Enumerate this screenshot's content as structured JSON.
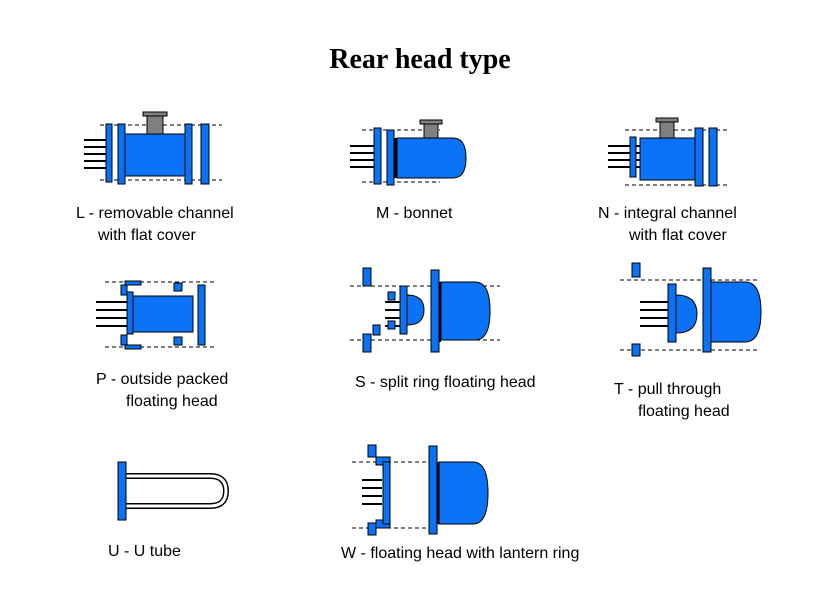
{
  "title": "Rear head type",
  "colors": {
    "body": "#0a72f5",
    "bolt": "#808080",
    "outline": "#000000",
    "background": "#ffffff"
  },
  "items": [
    {
      "code": "L",
      "icon": "removable-channel-flat-cover-icon",
      "caption_lines": [
        "L - removable channel",
        "with flat  cover"
      ]
    },
    {
      "code": "M",
      "icon": "bonnet-icon",
      "caption_lines": [
        "M - bonnet"
      ]
    },
    {
      "code": "N",
      "icon": "integral-channel-flat-cover-icon",
      "caption_lines": [
        "N - integral channel",
        "with flat cover"
      ]
    },
    {
      "code": "P",
      "icon": "outside-packed-floating-head-icon",
      "caption_lines": [
        "P - outside packed",
        "floating head"
      ]
    },
    {
      "code": "S",
      "icon": "split-ring-floating-head-icon",
      "caption_lines": [
        "S - split ring floating head"
      ]
    },
    {
      "code": "T",
      "icon": "pull-through-floating-head-icon",
      "caption_lines": [
        "T - pull through",
        "floating head"
      ]
    },
    {
      "code": "U",
      "icon": "u-tube-icon",
      "caption_lines": [
        "U - U tube"
      ]
    },
    {
      "code": "W",
      "icon": "floating-head-lantern-ring-icon",
      "caption_lines": [
        "W - floating head with lantern ring"
      ]
    }
  ]
}
